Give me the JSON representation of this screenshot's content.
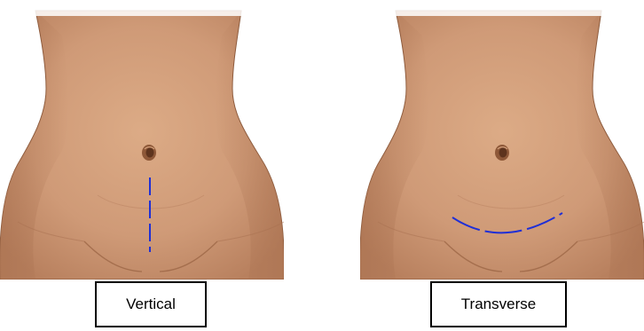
{
  "figures": [
    {
      "label": "Vertical",
      "incision": "vertical"
    },
    {
      "label": "Transverse",
      "incision": "transverse"
    }
  ],
  "colors": {
    "skin_light": "#dcab86",
    "skin_mid": "#c99272",
    "skin_dark": "#b27a5a",
    "navel": "#7a4a30",
    "incision": "#1f2fd6",
    "label_border": "#000000"
  }
}
